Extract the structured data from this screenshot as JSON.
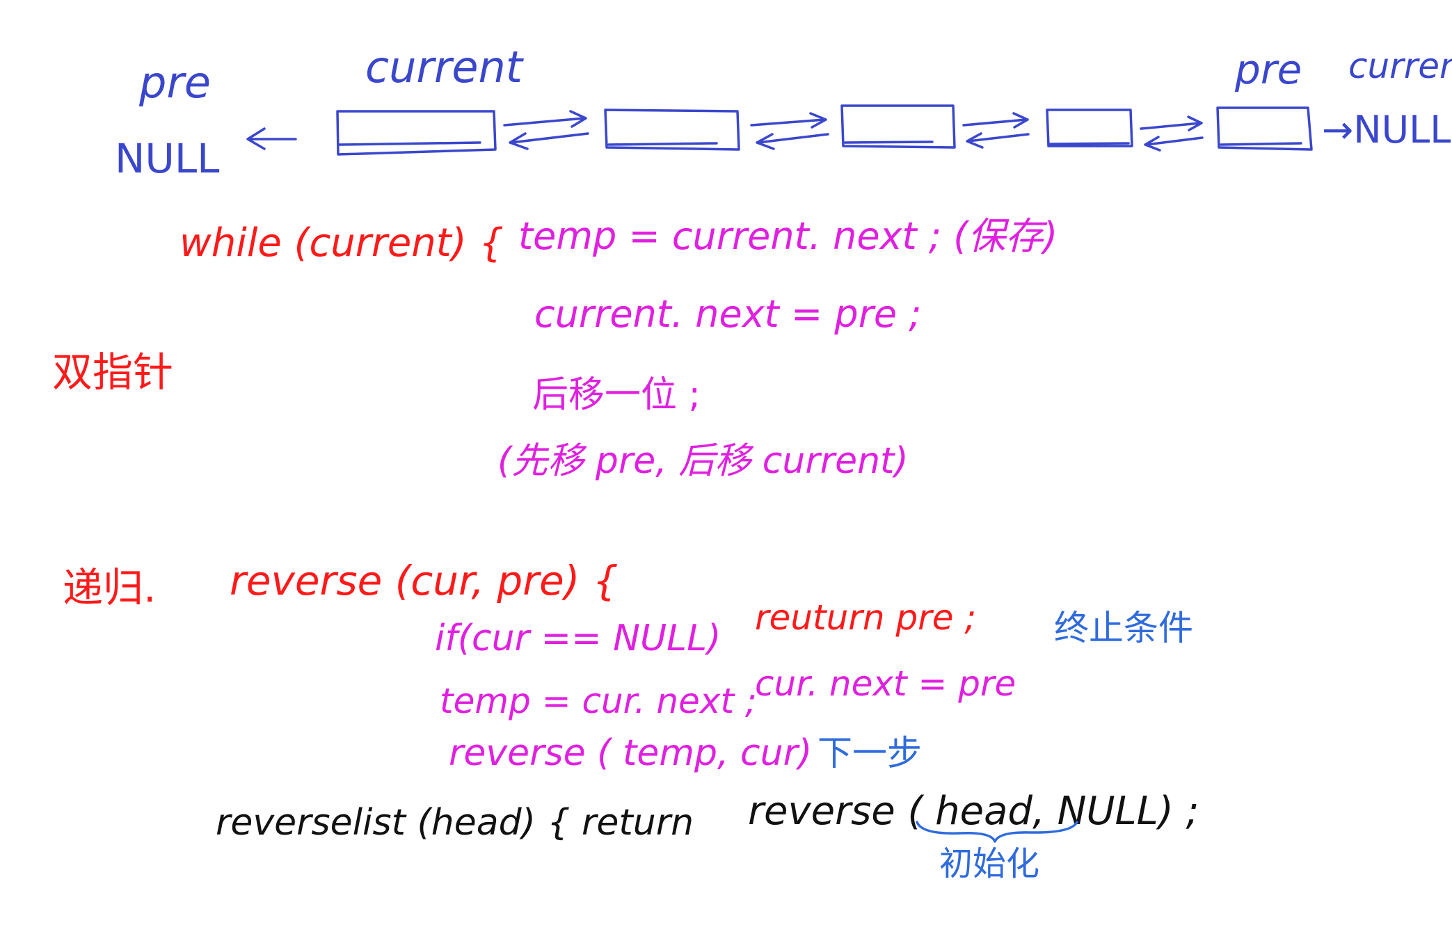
{
  "top": {
    "pre_left": "pre",
    "null_left": "NULL",
    "current_top": "current",
    "pre_right": "pre",
    "current_right": "current",
    "null_right": "→NULL"
  },
  "double_pointer": {
    "title": "双指针",
    "line1": "while (current) {",
    "line2": "temp = current. next ; (保存)",
    "line3": "current. next = pre ;",
    "line4": "后移一位 ;",
    "line5": "(先移 pre, 后移 current)"
  },
  "recursion": {
    "title": "递归.",
    "signature": "reverse (cur, pre) {",
    "line1": "if(cur == NULL)",
    "line1b": "reuturn pre ;",
    "terminate_note": "终止条件",
    "line2": "temp = cur. next ;",
    "line2b": "cur. next = pre",
    "line3": "reverse ( temp, cur)",
    "next_step_note": "下一步",
    "final_a": "reverselist (head) { return",
    "final_b": "reverse ( head, NULL) ;",
    "init_note": "初始化"
  },
  "colors": {
    "blue": "#3a47cc",
    "red": "#ff1a1a",
    "magenta": "#e020e0",
    "black": "#111111",
    "note_blue": "#2f6bdc"
  }
}
